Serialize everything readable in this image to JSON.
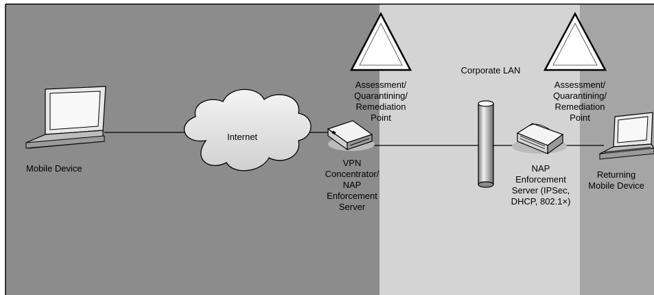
{
  "diagram": {
    "zones": {
      "internet_zone": "",
      "corporate_lan": "Corporate LAN"
    },
    "labels": {
      "mobile_device": "Mobile Device",
      "internet": "Internet",
      "assessment_point_1": "Assessment/\nQuarantining/\nRemediation\nPoint",
      "assessment_point_2": "Assessment/\nQuarantining/\nRemediation\nPoint",
      "vpn_concentrator": "VPN\nConcentrator/\nNAP\nEnforcement\nServer",
      "nap_enforcement_server": "NAP\nEnforcement\nServer (IPSec,\nDHCP, 802.1×)",
      "returning_mobile_device": "Returning\nMobile Device"
    },
    "colors": {
      "outer_zone": "#8c8c8c",
      "lan_zone": "#d4d4d4",
      "right_zone": "#a5a5a5",
      "line": "#000000"
    },
    "icons": [
      "laptop-icon",
      "cloud-icon",
      "warning-triangle-icon",
      "vpn-concentrator-icon",
      "backbone-cylinder-icon",
      "router-icon",
      "laptop-icon"
    ]
  }
}
